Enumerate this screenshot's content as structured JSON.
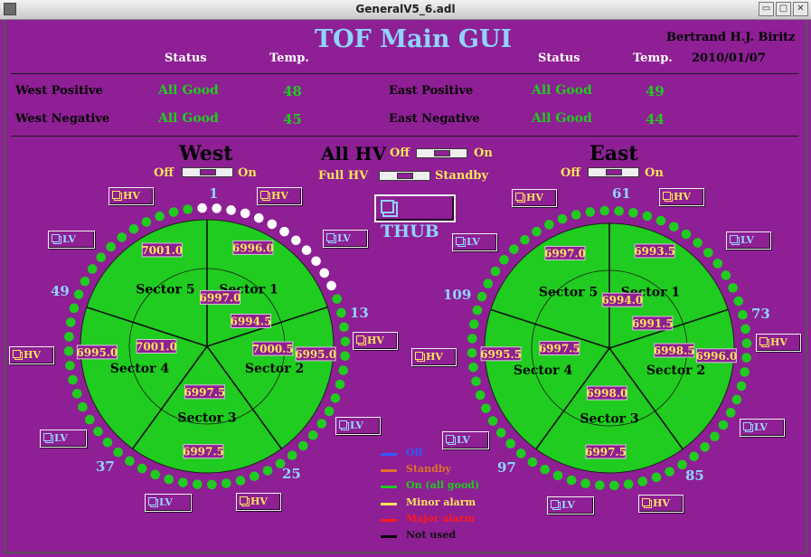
{
  "window": {
    "title": "GeneralV5_6.adl",
    "min": "▭",
    "max": "▢",
    "close": "✕"
  },
  "header": {
    "title": "TOF Main GUI",
    "author": "Bertrand H.J. Biritz",
    "date": "2010/01/07"
  },
  "status": {
    "col_status": "Status",
    "col_temp": "Temp.",
    "rows": [
      {
        "label": "West Positive",
        "status": "All Good",
        "temp": "48"
      },
      {
        "label": "West Negative",
        "status": "All Good",
        "temp": "45"
      },
      {
        "label": "East Positive",
        "status": "All Good",
        "temp": "49"
      },
      {
        "label": "East Negative",
        "status": "All Good",
        "temp": "44"
      }
    ]
  },
  "controls": {
    "all_hv": "All HV",
    "off": "Off",
    "on": "On",
    "full_hv": "Full HV",
    "standby": "Standby",
    "thub": "THUB",
    "hv": "HV",
    "lv": "LV"
  },
  "west": {
    "title": "West",
    "tray_labels": [
      "1",
      "13",
      "25",
      "37",
      "49"
    ],
    "sectors": [
      "Sector 1",
      "Sector 2",
      "Sector 3",
      "Sector 4",
      "Sector 5"
    ],
    "values": {
      "s5_outer": "7001.0",
      "s5_inner": "6997.0",
      "s1_outer": "6996.0",
      "s1_inner": "6994.5",
      "s2_inner": "7000.5",
      "s2_outer": "6995.0",
      "s4_outer": "6995.0",
      "s4_inner": "7001.0",
      "s3_inner": "6997.5",
      "s3_outer": "6997.5"
    },
    "dots_white_count": 12
  },
  "east": {
    "title": "East",
    "tray_labels": [
      "61",
      "73",
      "85",
      "97",
      "109"
    ],
    "sectors": [
      "Sector 1",
      "Sector 2",
      "Sector 3",
      "Sector 4",
      "Sector 5"
    ],
    "values": {
      "s5_outer": "6997.0",
      "s5_inner": "6994.0",
      "s1_outer": "6993.5",
      "s1_inner": "6991.5",
      "s2_inner": "6998.5",
      "s2_outer": "6996.0",
      "s4_outer": "6995.5",
      "s4_inner": "6997.5",
      "s3_inner": "6998.0",
      "s3_outer": "6997.5"
    },
    "dots_white_count": 0
  },
  "legend": [
    {
      "label": "Off",
      "color": "#2f5bff"
    },
    {
      "label": "Standby",
      "color": "#e0702a"
    },
    {
      "label": "On (all good)",
      "color": "#1fcc1f"
    },
    {
      "label": "Minor alarm",
      "color": "#ffe45a"
    },
    {
      "label": "Major alarm",
      "color": "#ff1a1a"
    },
    {
      "label": "Not used",
      "color": "#000000"
    }
  ],
  "colors": {
    "background": "#8e1f94",
    "good": "#1fcc1f",
    "accent_blue": "#8fd3ff",
    "accent_yellow": "#ffe45a"
  }
}
